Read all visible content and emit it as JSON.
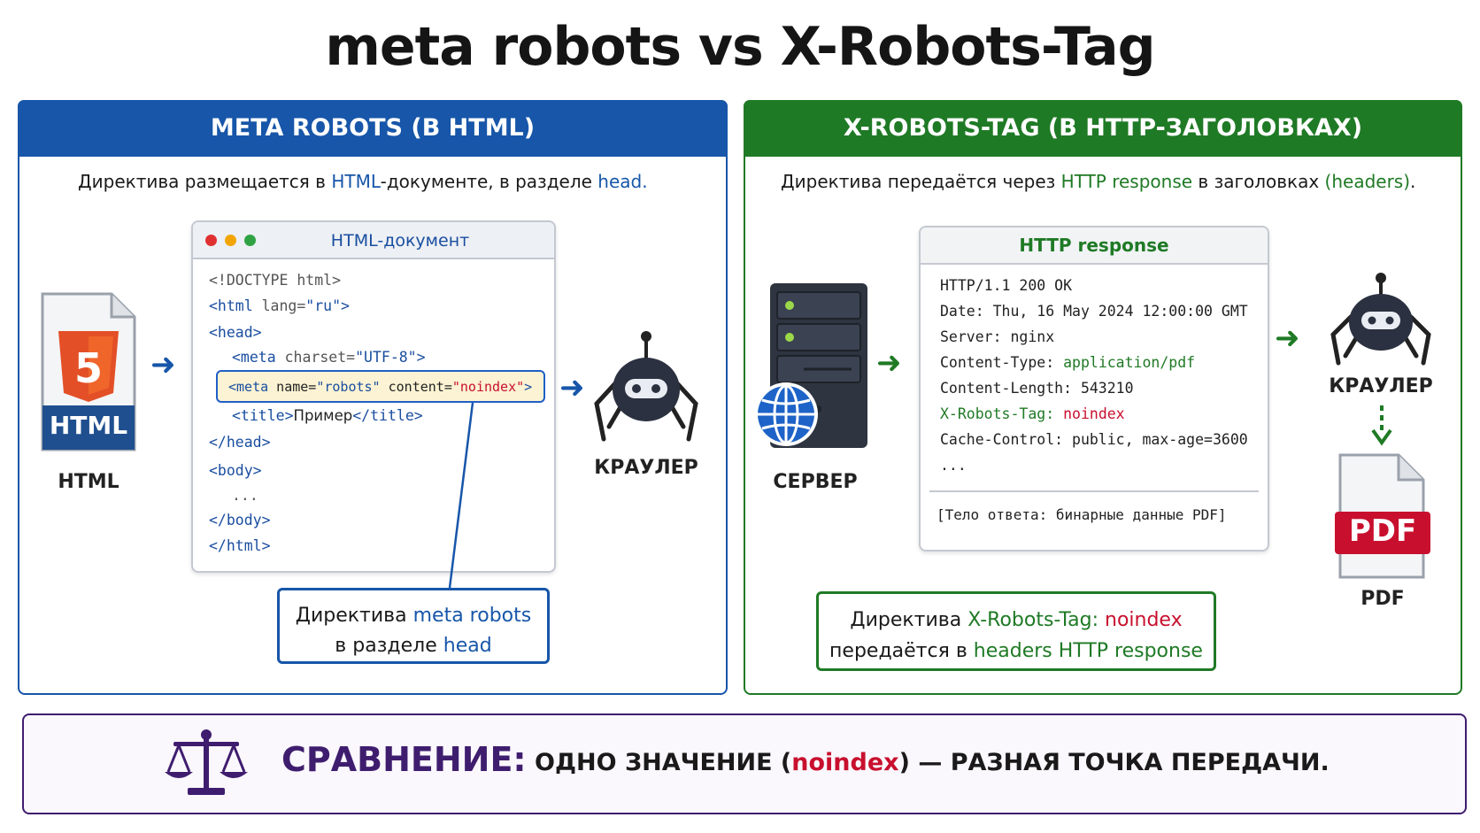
{
  "title": "meta robots vs X-Robots-Tag",
  "left": {
    "header": "META ROBOTS (В HTML)",
    "intro": {
      "p1": "Директива размещается в ",
      "h1": "HTML",
      "p2": "-документе, в разделе ",
      "h2": "head",
      "p3": "."
    },
    "html_icon_label": "HTML",
    "html_caption": "HTML",
    "window_title": "HTML-документ",
    "code": {
      "l1": "<!DOCTYPE html>",
      "l2_tag": "<html",
      "l2_attr": " lang=",
      "l2_val": "\"ru\"",
      "l2_end": ">",
      "l3": "<head>",
      "l4_tag": "<meta",
      "l4_attr": " charset=",
      "l4_val": "\"UTF-8\"",
      "l4_end": ">",
      "l5_tag": "<meta",
      "l5_attr1": " name=",
      "l5_val1": "\"robots\"",
      "l5_attr2": " content=",
      "l5_val2": "\"noindex\"",
      "l5_end": ">",
      "l6_open": "<title>",
      "l6_text": "Пример",
      "l6_close": "</title>",
      "l7": "</head>",
      "l8": "<body>",
      "l9": "...",
      "l10": "</body>",
      "l11": "</html>"
    },
    "crawler_caption": "КРАУЛЕР",
    "callout": {
      "p1": "Директива ",
      "h1": "meta robots",
      "p2": "в разделе ",
      "h2": "head"
    },
    "colors": {
      "accent": "#1756a9"
    }
  },
  "right": {
    "header": "X-ROBOTS-TAG (В HTTP-ЗАГОЛОВКАХ)",
    "intro": {
      "p1": "Директива передаётся через ",
      "h1": "HTTP response",
      "p2": " в заголовках ",
      "h2": "(headers)",
      "p3": "."
    },
    "server_caption": "СЕРВЕР",
    "window_title": "HTTP response",
    "lines": {
      "l1": "HTTP/1.1 200 OK",
      "l2": "Date: Thu, 16 May 2024 12:00:00 GMT",
      "l3": "Server: nginx",
      "l4_key": "Content-Type: ",
      "l4_val": "application/pdf",
      "l5": "Content-Length: 543210",
      "l6_key": "X-Robots-Tag: ",
      "l6_val": "noindex",
      "l7": "Cache-Control: public, max-age=3600",
      "l8": "...",
      "body": "[Тело ответа: бинарные данные PDF]"
    },
    "crawler_caption": "КРАУЛЕР",
    "pdf_icon_label": "PDF",
    "pdf_caption": "PDF",
    "callout": {
      "p1": "Директива ",
      "h1": "X-Robots-Tag:",
      "h2": "noindex",
      "p2": "передаётся в ",
      "h3": "headers HTTP response"
    },
    "colors": {
      "accent": "#1f7a25"
    }
  },
  "bottom": {
    "label": "СРАВНЕНИЕ:",
    "p1": "ОДНО ЗНАЧЕНИЕ (",
    "h1": "noindex",
    "p2": ") — РАЗНАЯ ТОЧКА ПЕРЕДАЧИ.",
    "icon": "scales-icon",
    "colors": {
      "accent": "#3f1d6e"
    }
  }
}
